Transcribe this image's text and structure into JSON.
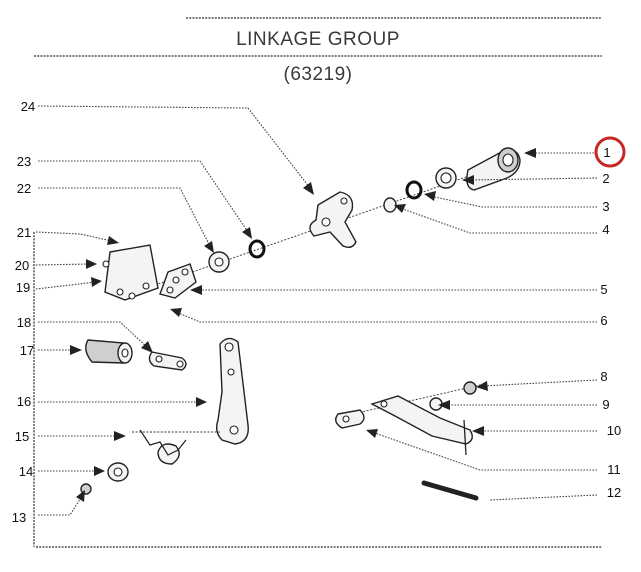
{
  "title": "LINKAGE GROUP",
  "subtitle": "(63219)",
  "highlight_color": "#c62828",
  "highlighted_callout": "1",
  "callouts": [
    "1",
    "2",
    "3",
    "4",
    "5",
    "6",
    "8",
    "9",
    "10",
    "11",
    "12",
    "13",
    "14",
    "15",
    "16",
    "17",
    "18",
    "19",
    "20",
    "21",
    "22",
    "23",
    "24"
  ]
}
